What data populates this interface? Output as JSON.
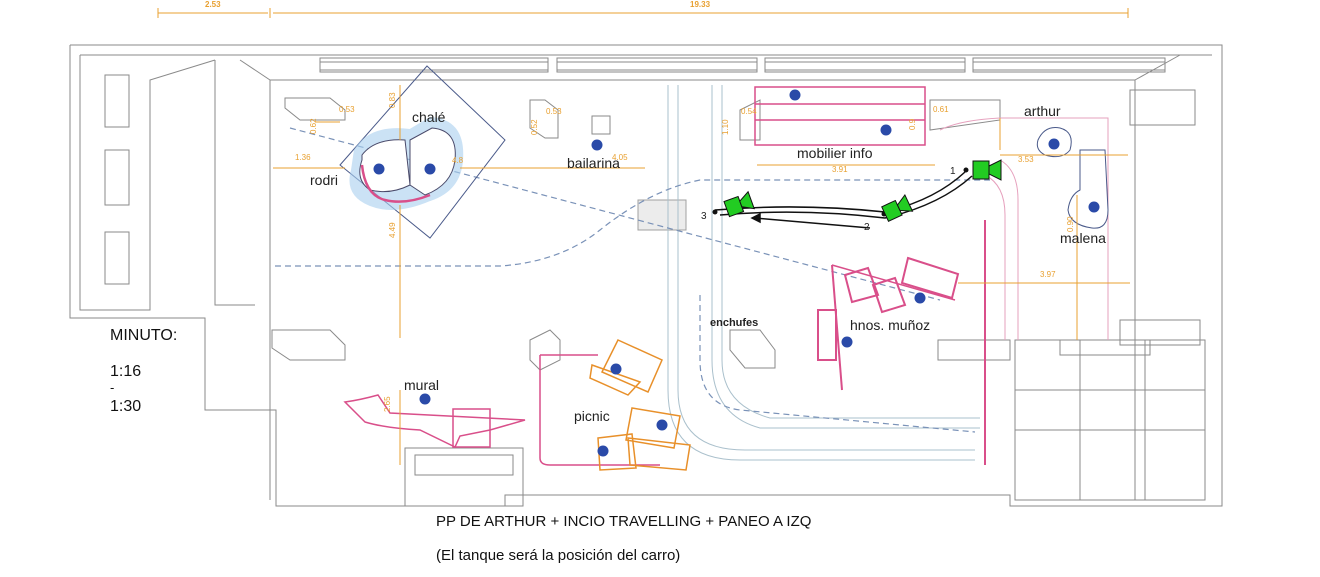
{
  "top_dimensions": {
    "left": "2.53",
    "right": "19.33"
  },
  "labels": {
    "chale": "chalé",
    "rodri": "rodri",
    "bailarina": "bailarina",
    "mobilier": "mobilier info",
    "arthur": "arthur",
    "malena": "malena",
    "enchufes": "enchufes",
    "hnos_munoz": "hnos. muñoz",
    "mural": "mural",
    "picnic": "picnic"
  },
  "dimensions": {
    "d136": "1.36",
    "d405": "4.05",
    "d391": "3.91",
    "d353": "3.53",
    "d397": "3.97",
    "d265": "2.65",
    "d083": "0.83",
    "d049": "4.49",
    "d048": "4.8",
    "d053a": "0.53",
    "d062": "0.62",
    "d053b": "0.53",
    "d052": "0.52",
    "d054": "0.54",
    "d061": "0.61",
    "d110": "1.10",
    "d09": "0.9",
    "d090": "0.90"
  },
  "camera_positions": [
    "1",
    "2",
    "3"
  ],
  "minute": {
    "title": "MINUTO:",
    "start": "1:16",
    "sep": "-",
    "end": "1:30"
  },
  "caption": {
    "line1": "PP DE ARTHUR + INCIO TRAVELLING + PANEO A IZQ",
    "line2": "(El tanque será la posición del carro)"
  },
  "colors": {
    "outline": "#8a8a8a",
    "dimension": "#e8a030",
    "pink": "#d94f8a",
    "orange": "#e8902a",
    "dot": "#2a4aa8",
    "camera": "#22cc22",
    "path": "#7a92b8",
    "halo": "#a9d0ef"
  }
}
